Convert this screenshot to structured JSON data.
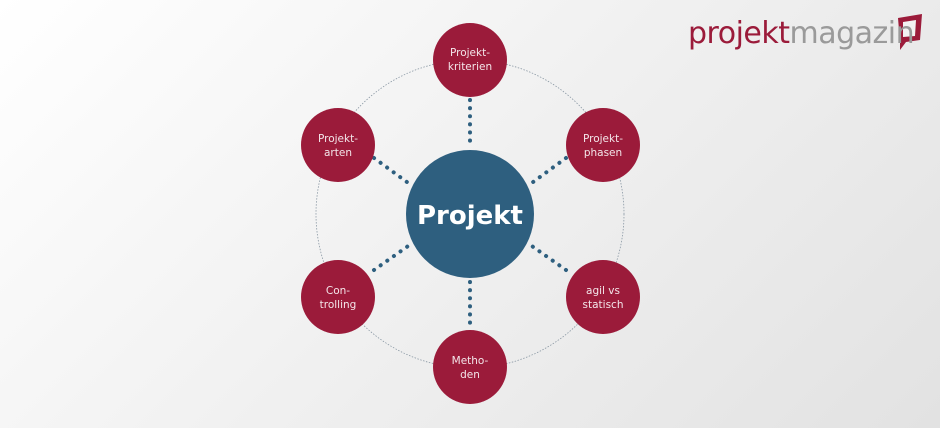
{
  "logo": {
    "part1": "projekt",
    "part2": "magazin"
  },
  "center": {
    "label": "Projekt"
  },
  "nodes": [
    {
      "line1": "Projekt-",
      "line2": "kriterien"
    },
    {
      "line1": "Projekt-",
      "line2": "phasen"
    },
    {
      "line1": "agil vs",
      "line2": "statisch"
    },
    {
      "line1": "Metho-",
      "line2": "den"
    },
    {
      "line1": "Con-",
      "line2": "trolling"
    },
    {
      "line1": "Projekt-",
      "line2": "arten"
    }
  ],
  "colors": {
    "node": "#9b1b3a",
    "center": "#2e5f7f",
    "dots": "#2e5f7f",
    "ring": "#7a8a96"
  }
}
